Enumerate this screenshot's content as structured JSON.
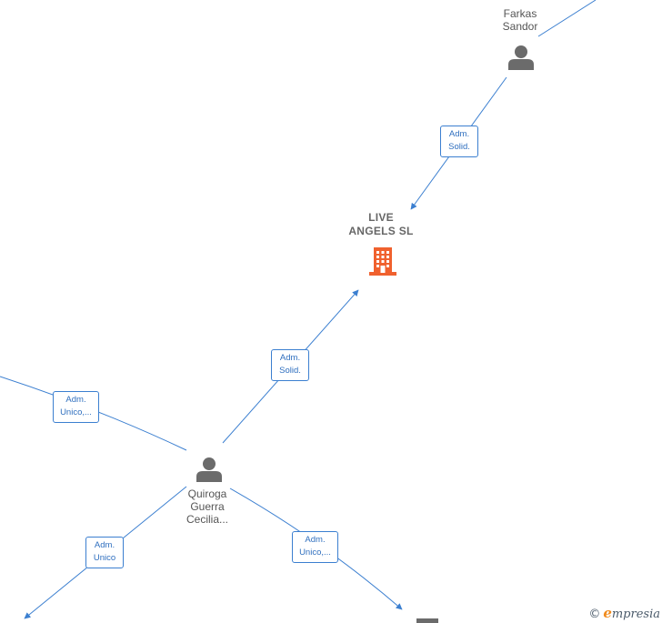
{
  "nodes": {
    "farkas": {
      "label_line1": "Farkas",
      "label_line2": "Sandor"
    },
    "company": {
      "label_line1": "LIVE",
      "label_line2": "ANGELS  SL"
    },
    "quiroga": {
      "label_line1": "Quiroga",
      "label_line2": "Guerra",
      "label_line3": "Cecilia..."
    }
  },
  "edges": {
    "farkas_company": {
      "line1": "Adm.",
      "line2": "Solid."
    },
    "quiroga_company": {
      "line1": "Adm.",
      "line2": "Solid."
    },
    "left_quiroga": {
      "line1": "Adm.",
      "line2": "Unico,..."
    },
    "quiroga_bottom_left": {
      "line1": "Adm.",
      "line2": "Unico"
    },
    "quiroga_bottom_right": {
      "line1": "Adm.",
      "line2": "Unico,..."
    }
  },
  "colors": {
    "edge": "#3b7fd0",
    "company": "#f0612e",
    "person": "#6b6b6b"
  },
  "watermark": {
    "copyright": "©",
    "brand_initial": "e",
    "brand_rest": "mpresia"
  }
}
